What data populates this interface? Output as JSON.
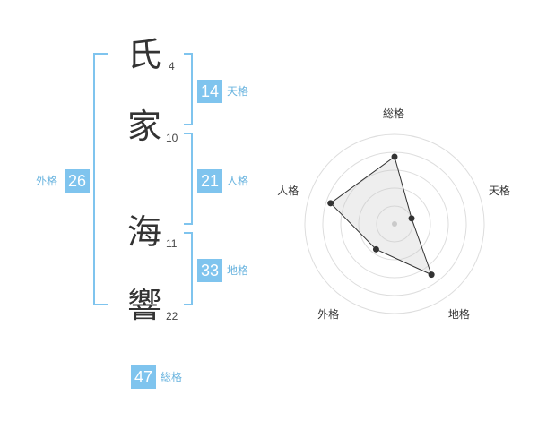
{
  "name": {
    "chars": [
      {
        "char": "氏",
        "strokes": "4"
      },
      {
        "char": "家",
        "strokes": "10"
      },
      {
        "char": "海",
        "strokes": "11"
      },
      {
        "char": "響",
        "strokes": "22"
      }
    ]
  },
  "kaku": {
    "ten": {
      "value": "14",
      "label": "天格"
    },
    "jin": {
      "value": "21",
      "label": "人格"
    },
    "chi": {
      "value": "33",
      "label": "地格"
    },
    "gai": {
      "value": "26",
      "label": "外格"
    },
    "souka": {
      "value": "47",
      "label": "総格"
    }
  },
  "colors": {
    "accent": "#7fc4ee",
    "bracket": "#7fc4ee",
    "text": "#333333"
  },
  "chart_data": {
    "type": "radar",
    "axes": [
      "総格",
      "天格",
      "地格",
      "外格",
      "人格"
    ],
    "values": [
      0.75,
      0.2,
      0.7,
      0.35,
      0.75
    ],
    "range": [
      0,
      1
    ],
    "grid": true,
    "rings": 5
  }
}
